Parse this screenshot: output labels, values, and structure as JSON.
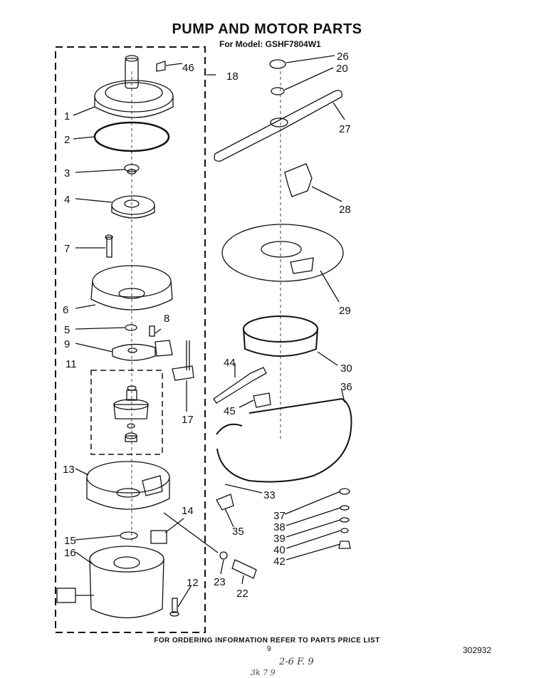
{
  "title": "PUMP AND MOTOR PARTS",
  "subtitle": "For Model: GSHF7804W1",
  "footer": "FOR ORDERING INFORMATION REFER TO PARTS PRICE LIST",
  "page_number": "9",
  "doc_number": "302932",
  "handwriting_1": "2-6 F. 9",
  "handwriting_2": "3k 7 9",
  "callouts": [
    "1",
    "2",
    "3",
    "4",
    "5",
    "6",
    "7",
    "8",
    "9",
    "11",
    "12",
    "13",
    "14",
    "15",
    "16",
    "17",
    "18",
    "20",
    "22",
    "23",
    "26",
    "27",
    "28",
    "29",
    "30",
    "33",
    "35",
    "36",
    "37",
    "38",
    "39",
    "40",
    "42",
    "44",
    "45",
    "46"
  ]
}
